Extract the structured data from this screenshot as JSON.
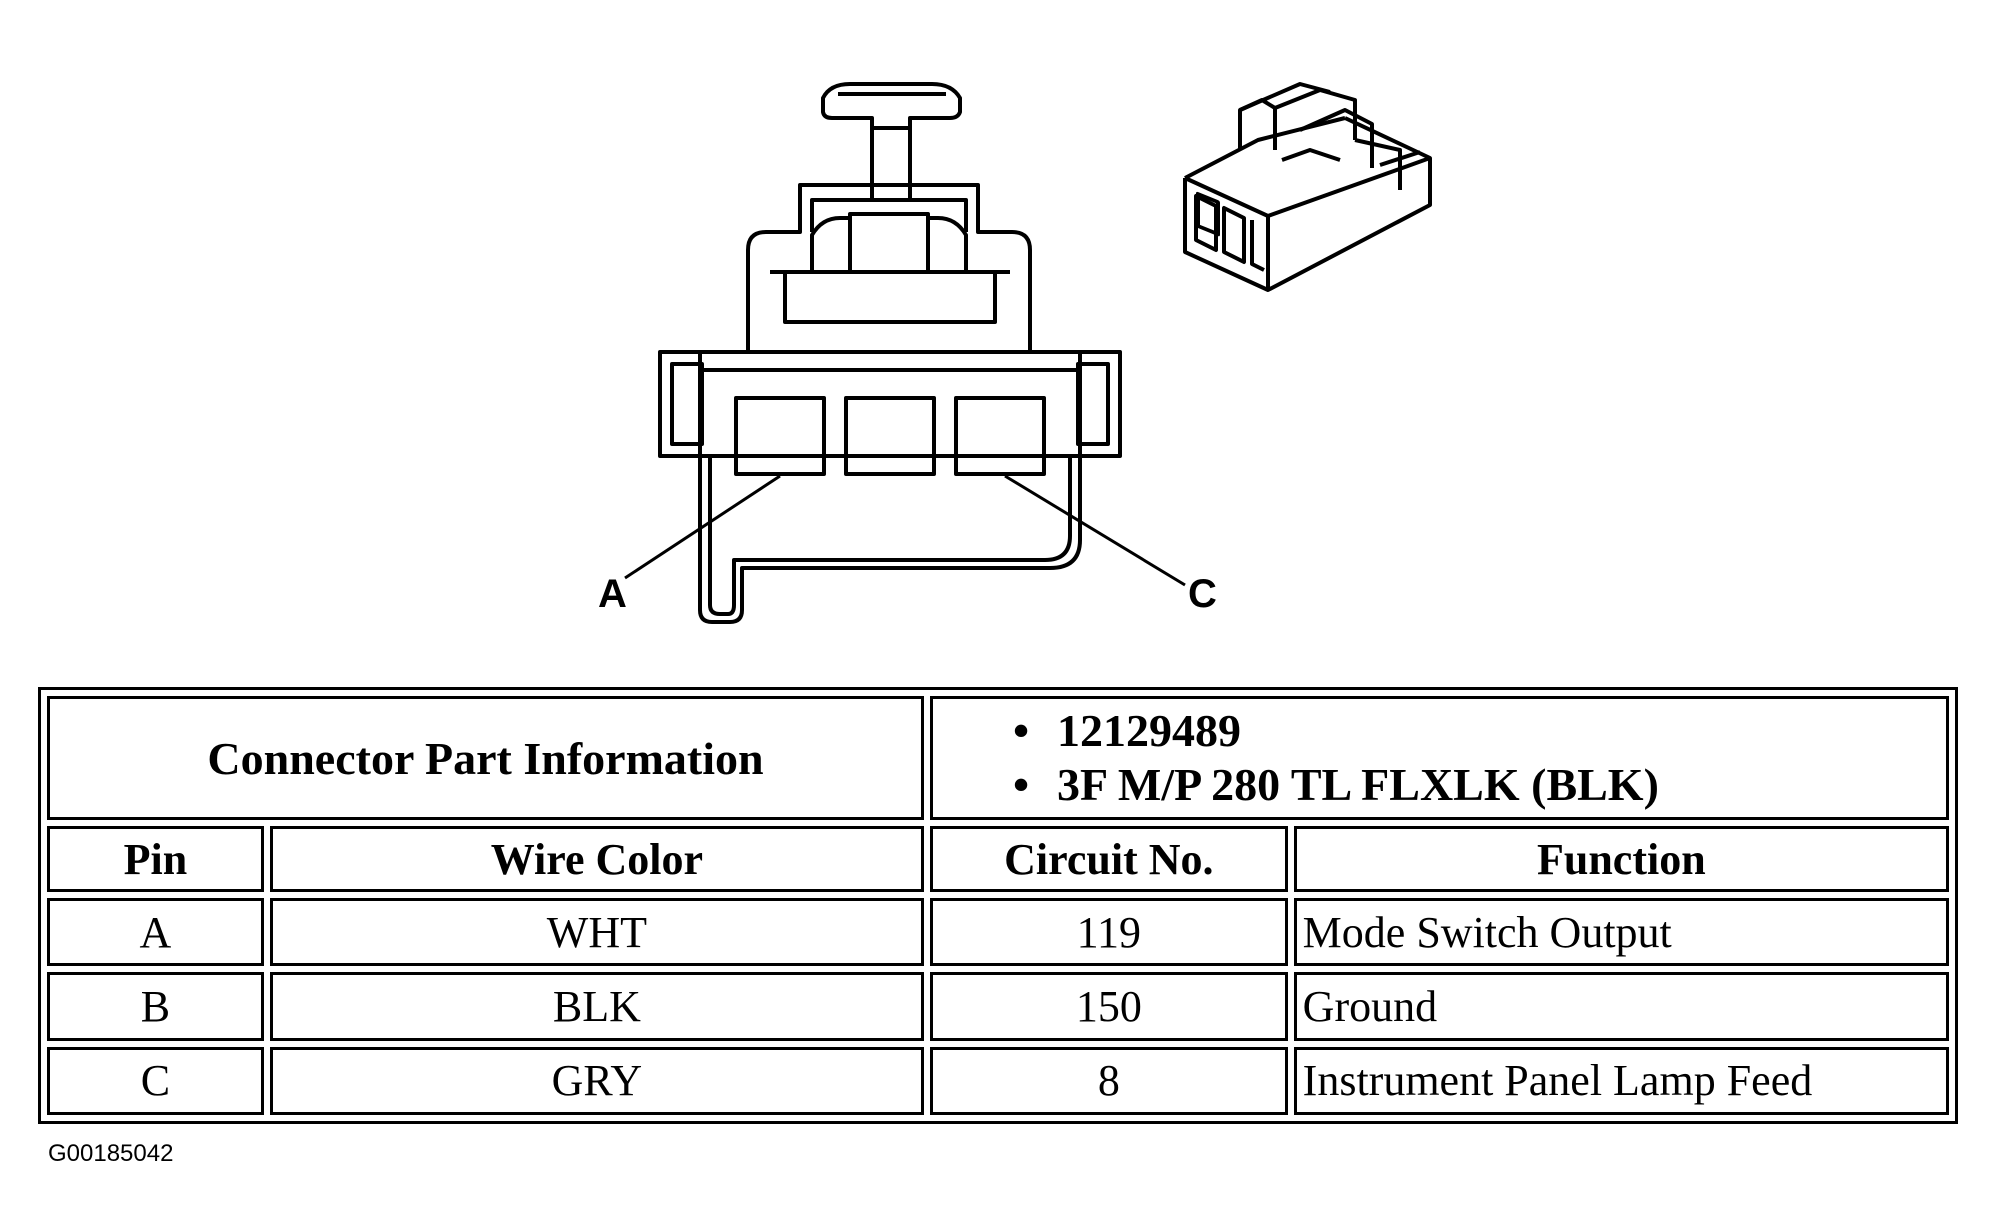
{
  "callouts": {
    "a": "A",
    "c": "C"
  },
  "table": {
    "part_info_label": "Connector Part Information",
    "part_info_values": [
      "12129489",
      "3F M/P 280 TL FLXLK (BLK)"
    ],
    "headers": [
      "Pin",
      "Wire Color",
      "Circuit No.",
      "Function"
    ],
    "rows": [
      {
        "pin": "A",
        "wire_color": "WHT",
        "circuit": "119",
        "function": "Mode Switch Output"
      },
      {
        "pin": "B",
        "wire_color": "BLK",
        "circuit": "150",
        "function": "Ground"
      },
      {
        "pin": "C",
        "wire_color": "GRY",
        "circuit": "8",
        "function": "Instrument Panel Lamp Feed"
      }
    ]
  },
  "figure_id": "G00185042",
  "colors": {
    "line": "#000000",
    "background": "#ffffff"
  }
}
